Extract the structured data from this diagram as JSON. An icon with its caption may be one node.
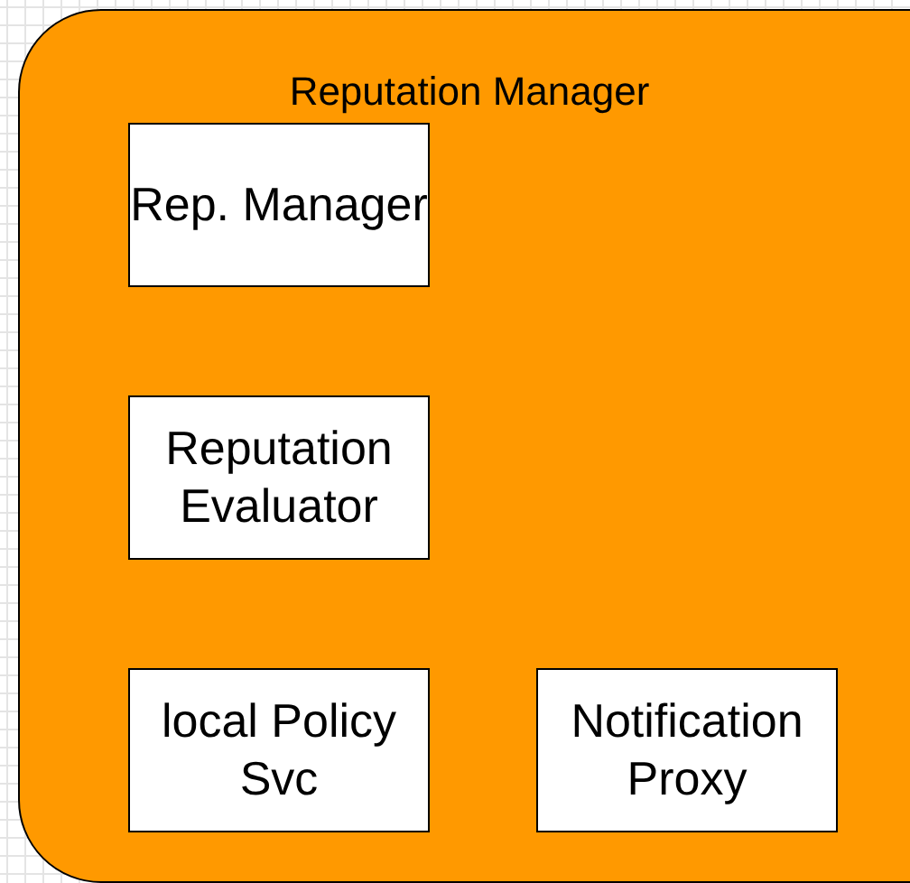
{
  "diagram": {
    "nodes": [
      {
        "text": [
          "Reputation Manager"
        ]
      },
      {
        "text": [
          "Rep. Manager"
        ],
        "in": 0
      },
      {
        "text": [
          "Reputation Evaluator"
        ],
        "in": 0
      },
      {
        "text": [
          "local Policy Svc"
        ],
        "in": 0
      },
      {
        "text": [
          "Notification Proxy"
        ],
        "in": 0
      }
    ]
  }
}
